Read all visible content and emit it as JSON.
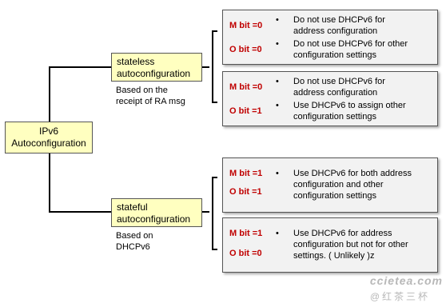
{
  "root": {
    "label_line1": "IPv6",
    "label_line2": "Autoconfiguration"
  },
  "stateless": {
    "label_line1": "stateless",
    "label_line2": "autoconfiguration",
    "note_line1": "Based on the",
    "note_line2": "receipt of RA msg"
  },
  "stateful": {
    "label_line1": "stateful",
    "label_line2": "autoconfiguration",
    "note_line1": "Based on",
    "note_line2": "DHCPv6"
  },
  "boxes": [
    {
      "m_bit": "M bit =0",
      "o_bit": "O bit =0",
      "items": [
        {
          "bullet": "•",
          "line1": "Do not use DHCPv6  for",
          "line2": "address configuration"
        },
        {
          "bullet": "•",
          "line1": "Do not use DHCPv6  for other",
          "line2": "configuration settings"
        }
      ]
    },
    {
      "m_bit": "M bit =0",
      "o_bit": "O bit =1",
      "items": [
        {
          "bullet": "•",
          "line1": "Do not use DHCPv6  for",
          "line2": "address configuration"
        },
        {
          "bullet": "•",
          "line1": "Use DHCPv6  to assign other",
          "line2": "configuration settings"
        }
      ]
    },
    {
      "m_bit": "M bit =1",
      "o_bit": "O bit =1",
      "items": [
        {
          "bullet": "•",
          "line1": "Use DHCPv6 for both address",
          "line2": "configuration and other",
          "line3": "configuration settings"
        }
      ]
    },
    {
      "m_bit": "M bit =1",
      "o_bit": "O bit =0",
      "items": [
        {
          "bullet": "•",
          "line1": "Use DHCPv6 for address",
          "line2": "configuration but not for other",
          "line3": "settings. ( Unlikely )z"
        }
      ]
    }
  ],
  "watermark": {
    "line1": "ccietea.com",
    "line2": "@红茶三杯"
  }
}
